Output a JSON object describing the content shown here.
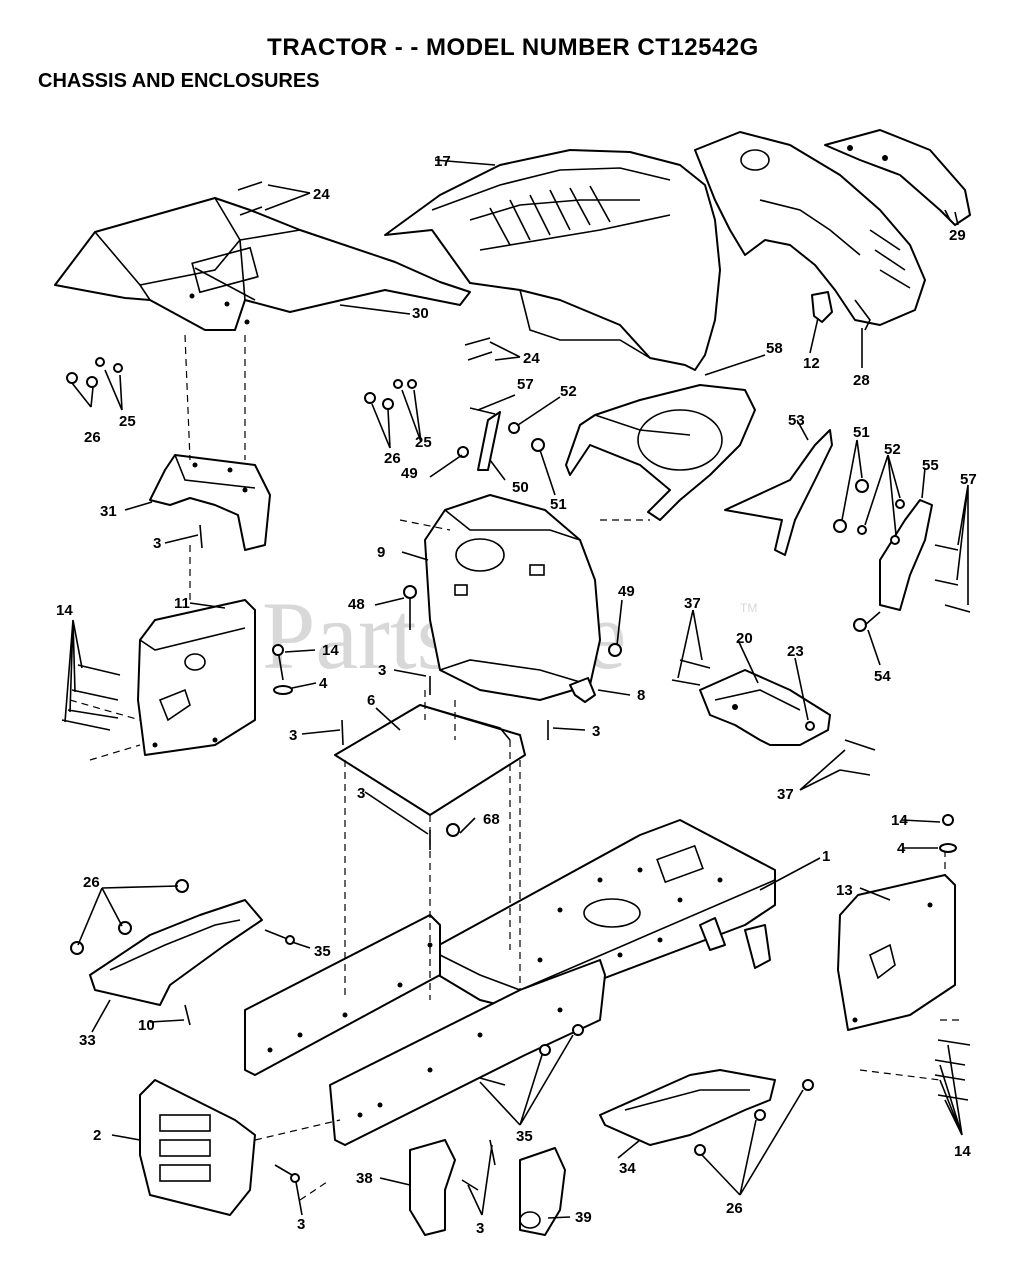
{
  "title": "TRACTOR - - MODEL NUMBER CT12542G",
  "subtitle": "CHASSIS AND ENCLOSURES",
  "watermark": {
    "text": "PartsTree",
    "tm": "TM"
  },
  "callouts": {
    "c1": "1",
    "c2": "2",
    "c3a": "3",
    "c3b": "3",
    "c3c": "3",
    "c3d": "3",
    "c3e": "3",
    "c3f": "3",
    "c3g": "3",
    "c4a": "4",
    "c4b": "4",
    "c6": "6",
    "c8": "8",
    "c9": "9",
    "c10": "10",
    "c11": "11",
    "c12": "12",
    "c13": "13",
    "c14a": "14",
    "c14b": "14",
    "c14c": "14",
    "c14d": "14",
    "c17": "17",
    "c20": "20",
    "c23": "23",
    "c24a": "24",
    "c24b": "24",
    "c25a": "25",
    "c25b": "25",
    "c26a": "26",
    "c26b": "26",
    "c26c": "26",
    "c26d": "26",
    "c28": "28",
    "c29": "29",
    "c30": "30",
    "c31": "31",
    "c33": "33",
    "c34": "34",
    "c35a": "35",
    "c35b": "35",
    "c37a": "37",
    "c37b": "37",
    "c38": "38",
    "c39": "39",
    "c48": "48",
    "c49a": "49",
    "c49b": "49",
    "c50": "50",
    "c51a": "51",
    "c51b": "51",
    "c52a": "52",
    "c52b": "52",
    "c53": "53",
    "c54": "54",
    "c55": "55",
    "c57a": "57",
    "c57b": "57",
    "c58": "58",
    "c68": "68"
  }
}
